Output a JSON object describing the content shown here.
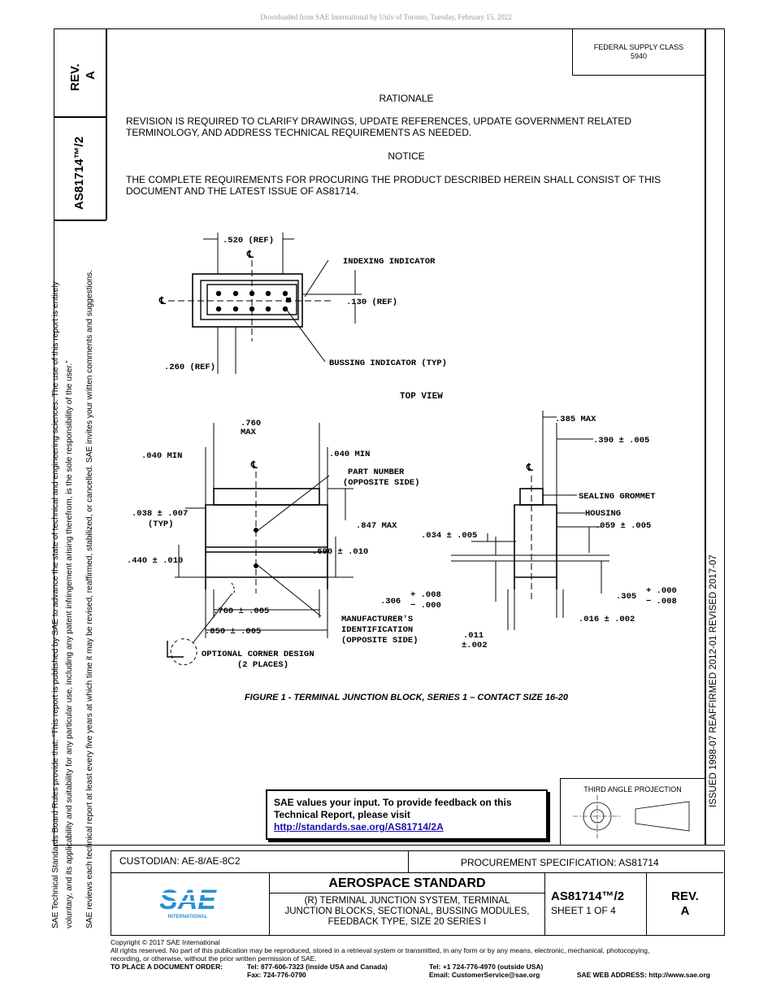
{
  "download_notice": "Downloaded from SAE International by Univ of Toronto, Tuesday, February 15, 2022",
  "side": {
    "rev_label": "REV.",
    "rev_value": "A",
    "doc_number": "AS81714™/2",
    "rules_line1": "SAE Technical Standards Board Rules provide that: “This report is published by SAE to advance the state of technical and engineering sciences. The use of this report is entirely",
    "rules_line2": "voluntary, and its applicability and suitability for any particular use, including any patent infringement arising therefrom, is the sole responsibility of the user.”",
    "rules_line3": "SAE reviews each technical report at least every five years at which time it may be revised, reaffirmed, stabilized, or cancelled. SAE invites your written comments and suggestions.",
    "dates": "ISSUED 1998-07     REAFFIRMED 2012-01     REVISED 2017-07"
  },
  "fsc": {
    "line1": "FEDERAL SUPPLY CLASS",
    "line2": "5940"
  },
  "rationale": {
    "heading": "RATIONALE",
    "text": "REVISION IS REQUIRED TO CLARIFY DRAWINGS, UPDATE REFERENCES, UPDATE GOVERNMENT RELATED TERMINOLOGY, AND ADDRESS TECHNICAL REQUIREMENTS AS NEEDED."
  },
  "notice": {
    "heading": "NOTICE",
    "text": "THE COMPLETE REQUIREMENTS FOR PROCURING THE PRODUCT DESCRIBED HEREIN SHALL CONSIST OF THIS DOCUMENT AND THE LATEST ISSUE OF AS81714."
  },
  "drawing": {
    "top_view": {
      "dim_520": ".520 (REF)",
      "cl": "℄",
      "indexing": "INDEXING INDICATOR",
      "dim_130": ".130 (REF)",
      "dim_260": ".260 (REF)",
      "bussing": "BUSSING INDICATOR (TYP)",
      "title": "TOP VIEW"
    },
    "front": {
      "dim_760max_1": ".760",
      "dim_760max_2": "MAX",
      "dim_040_left": ".040 MIN",
      "dim_040_right": ".040 MIN",
      "part_number_1": "PART NUMBER",
      "part_number_2": "(OPPOSITE SIDE)",
      "dim_038_1": ".038 ± .007",
      "dim_038_2": "(TYP)",
      "dim_847": ".847 MAX",
      "dim_690": ".690 ± .010",
      "dim_440": ".440 ± .010",
      "dim_760": ".760 ± .005",
      "dim_850": ".850 ± .005",
      "mfr_1": "MANUFACTURER'S",
      "mfr_2": "IDENTIFICATION",
      "mfr_3": "(OPPOSITE SIDE)",
      "corner_1": "OPTIONAL CORNER DESIGN",
      "corner_2": "(2 PLACES)"
    },
    "side": {
      "dim_385": ".385 MAX",
      "dim_390": ".390 ± .005",
      "sealing": "SEALING GROMMET",
      "housing": "HOUSING",
      "dim_059": ".059 ± .005",
      "dim_034": ".034 ± .005",
      "dim_306": ".306",
      "dim_306_tol1": "+ .008",
      "dim_306_tol2": "− .000",
      "dim_305": ".305",
      "dim_305_tol1": "+ .000",
      "dim_305_tol2": "− .008",
      "dim_016": ".016 ± .002",
      "dim_011_1": ".011",
      "dim_011_2": "±.002"
    }
  },
  "figure_caption": "FIGURE 1 - TERMINAL JUNCTION BLOCK, SERIES 1 – CONTACT SIZE 16-20",
  "feedback": {
    "line1": "SAE values your input. To provide feedback on this",
    "line2": "Technical Report, please visit",
    "link": "http://standards.sae.org/AS81714/2A"
  },
  "projection_label": "THIRD ANGLE PROJECTION",
  "title_block": {
    "custodian": "CUSTODIAN: AE-8/AE-8C2",
    "procurement": "PROCUREMENT SPECIFICATION: AS81714",
    "logo_text": "SAE",
    "logo_sub": "INTERNATIONAL",
    "standard": "AEROSPACE STANDARD",
    "desc1": "(R) TERMINAL JUNCTION SYSTEM, TERMINAL",
    "desc2": "JUNCTION BLOCKS, SECTIONAL, BUSSING MODULES,",
    "desc3": "FEEDBACK TYPE, SIZE 20 SERIES I",
    "doc": "AS81714™/2",
    "sheet": "SHEET 1 OF 4",
    "rev_label": "REV.",
    "rev": "A"
  },
  "footer": {
    "copyright": "Copyright © 2017 SAE International",
    "rights1": "All rights reserved. No part of this publication may be reproduced, stored in a retrieval system or transmitted, in any form or by any means, electronic, mechanical, photocopying,",
    "rights2": "recording, or otherwise, without the prior written permission of SAE.",
    "order_label": "TO PLACE A DOCUMENT ORDER:",
    "tel_us": "Tel: 877-606-7323 (inside USA and Canada)",
    "fax": "Fax: 724-776-0790",
    "tel_out": "Tel: +1 724-776-4970 (outside USA)",
    "email": "Email: CustomerService@sae.org",
    "web": "SAE WEB ADDRESS: http://www.sae.org"
  }
}
